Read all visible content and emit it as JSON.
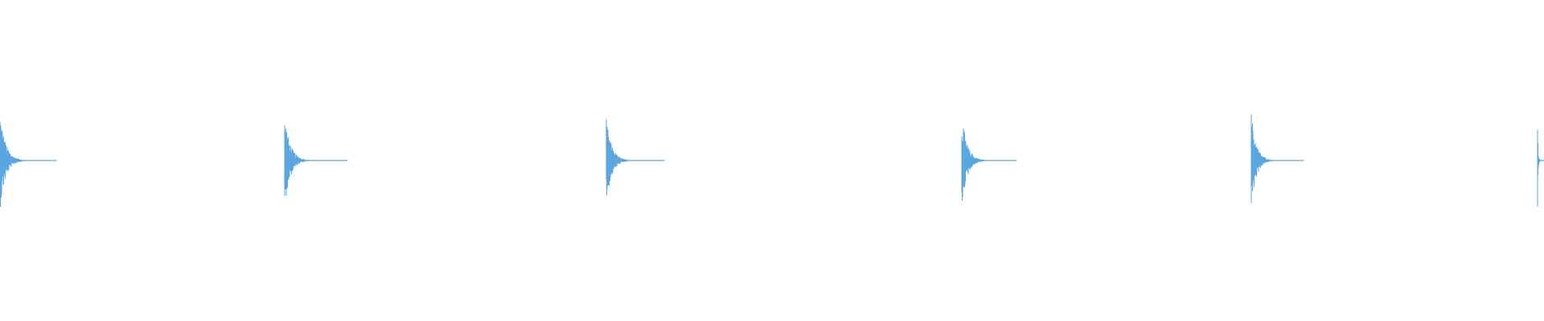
{
  "waveform": {
    "color": "#5aa6e0",
    "centerline_color": "#5aa6e0",
    "transients": [
      {
        "peak_up": 0.78,
        "peak_down": 0.78,
        "decay": 0.55
      },
      {
        "peak_up": 0.72,
        "peak_down": 0.73,
        "decay": 0.5
      },
      {
        "peak_up": 0.66,
        "peak_down": 0.68,
        "decay": 0.52
      },
      {
        "peak_up": 0.72,
        "peak_down": 0.73,
        "decay": 0.55
      },
      {
        "peak_up": 0.76,
        "peak_down": 0.76,
        "decay": 0.53
      },
      {
        "peak_up": 0.82,
        "peak_down": 0.85,
        "decay": 0.5
      }
    ]
  }
}
